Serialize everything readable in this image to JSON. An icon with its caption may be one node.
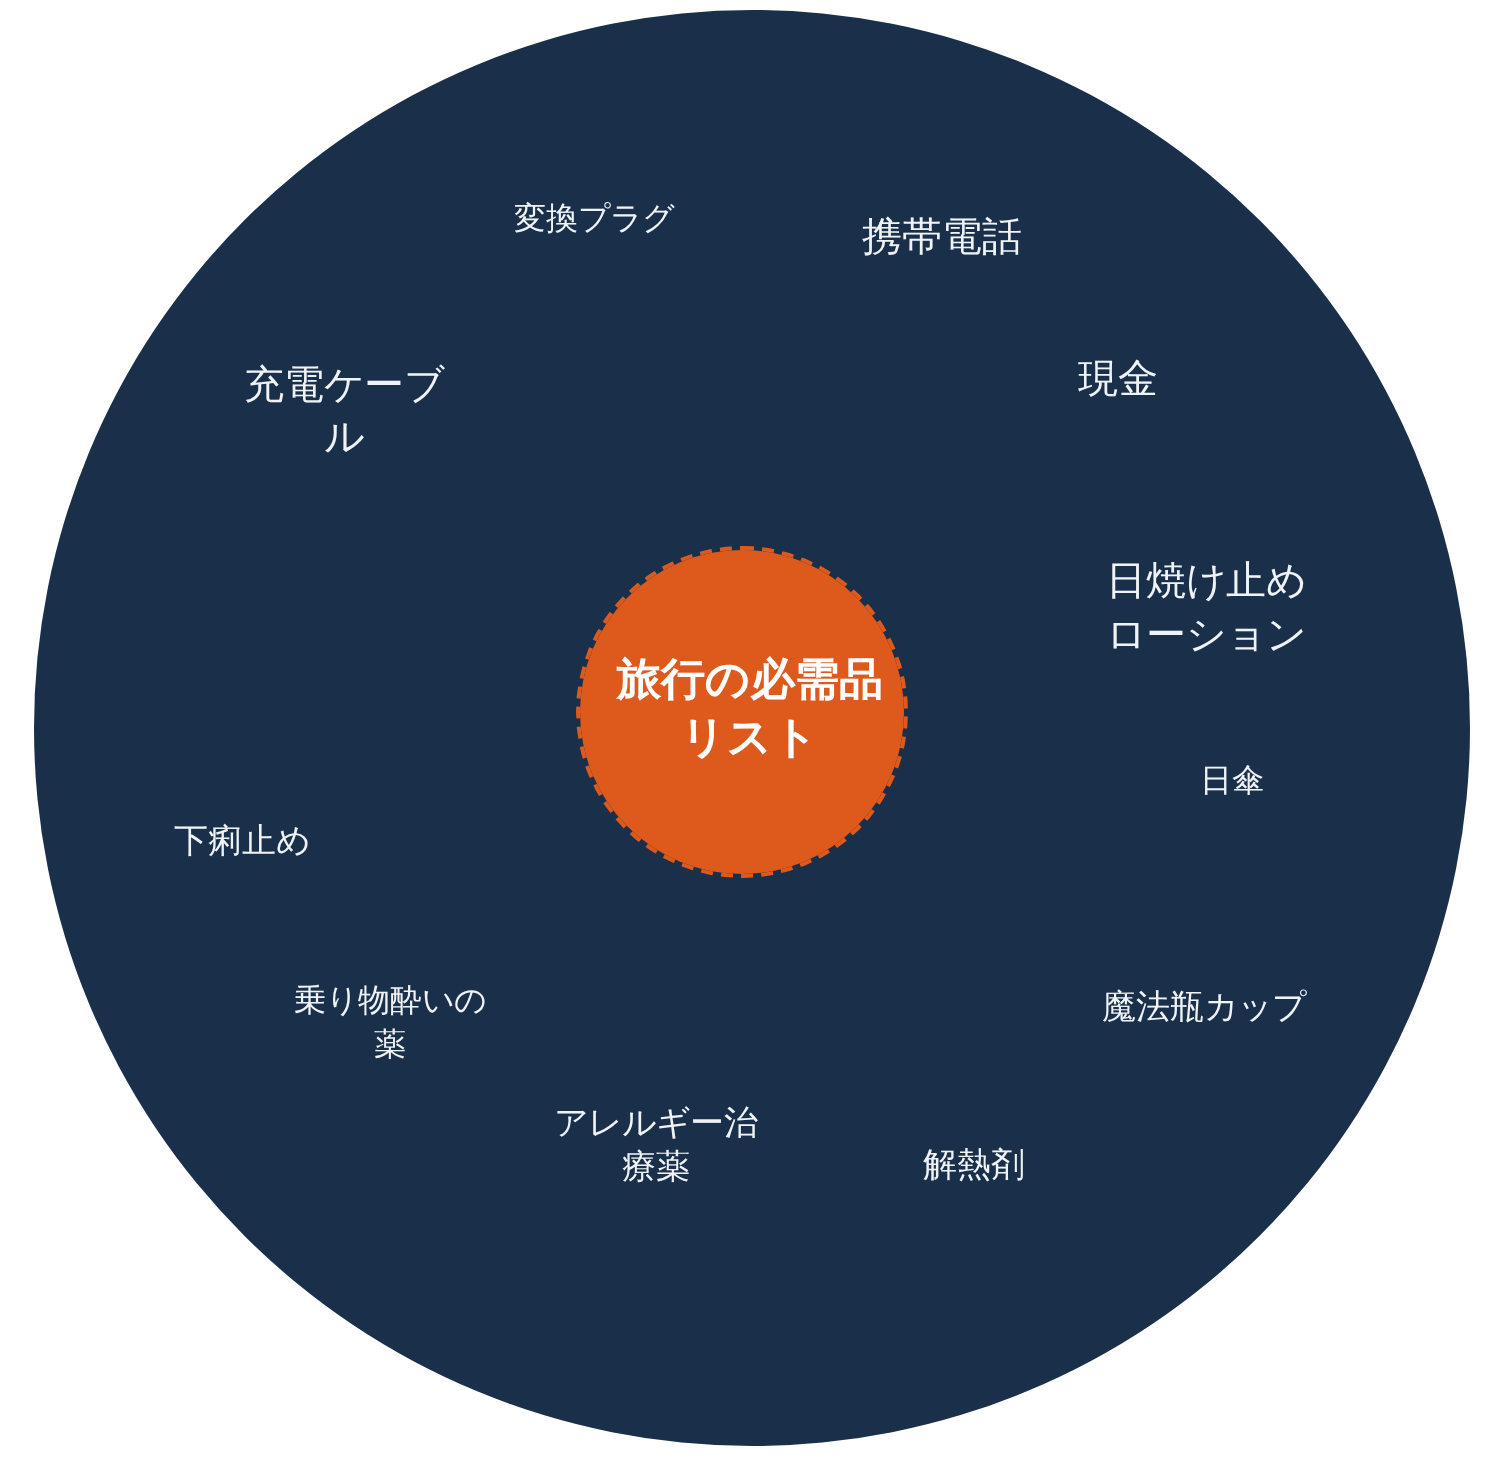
{
  "diagram": {
    "nodes": [
      {
        "text": [],
        "shape": "circle"
      },
      {
        "text": [
          "旅行の必需品リスト"
        ],
        "in": 0
      }
    ],
    "labels": [
      "変換プラグ",
      "携帯電話",
      "現金",
      "充電ケーブル",
      "日焼け止めローション",
      "日傘",
      "下痢止め",
      "乗り物酔いの薬",
      "魔法瓶カップ",
      "アレルギー治療薬",
      "解熱剤"
    ]
  }
}
